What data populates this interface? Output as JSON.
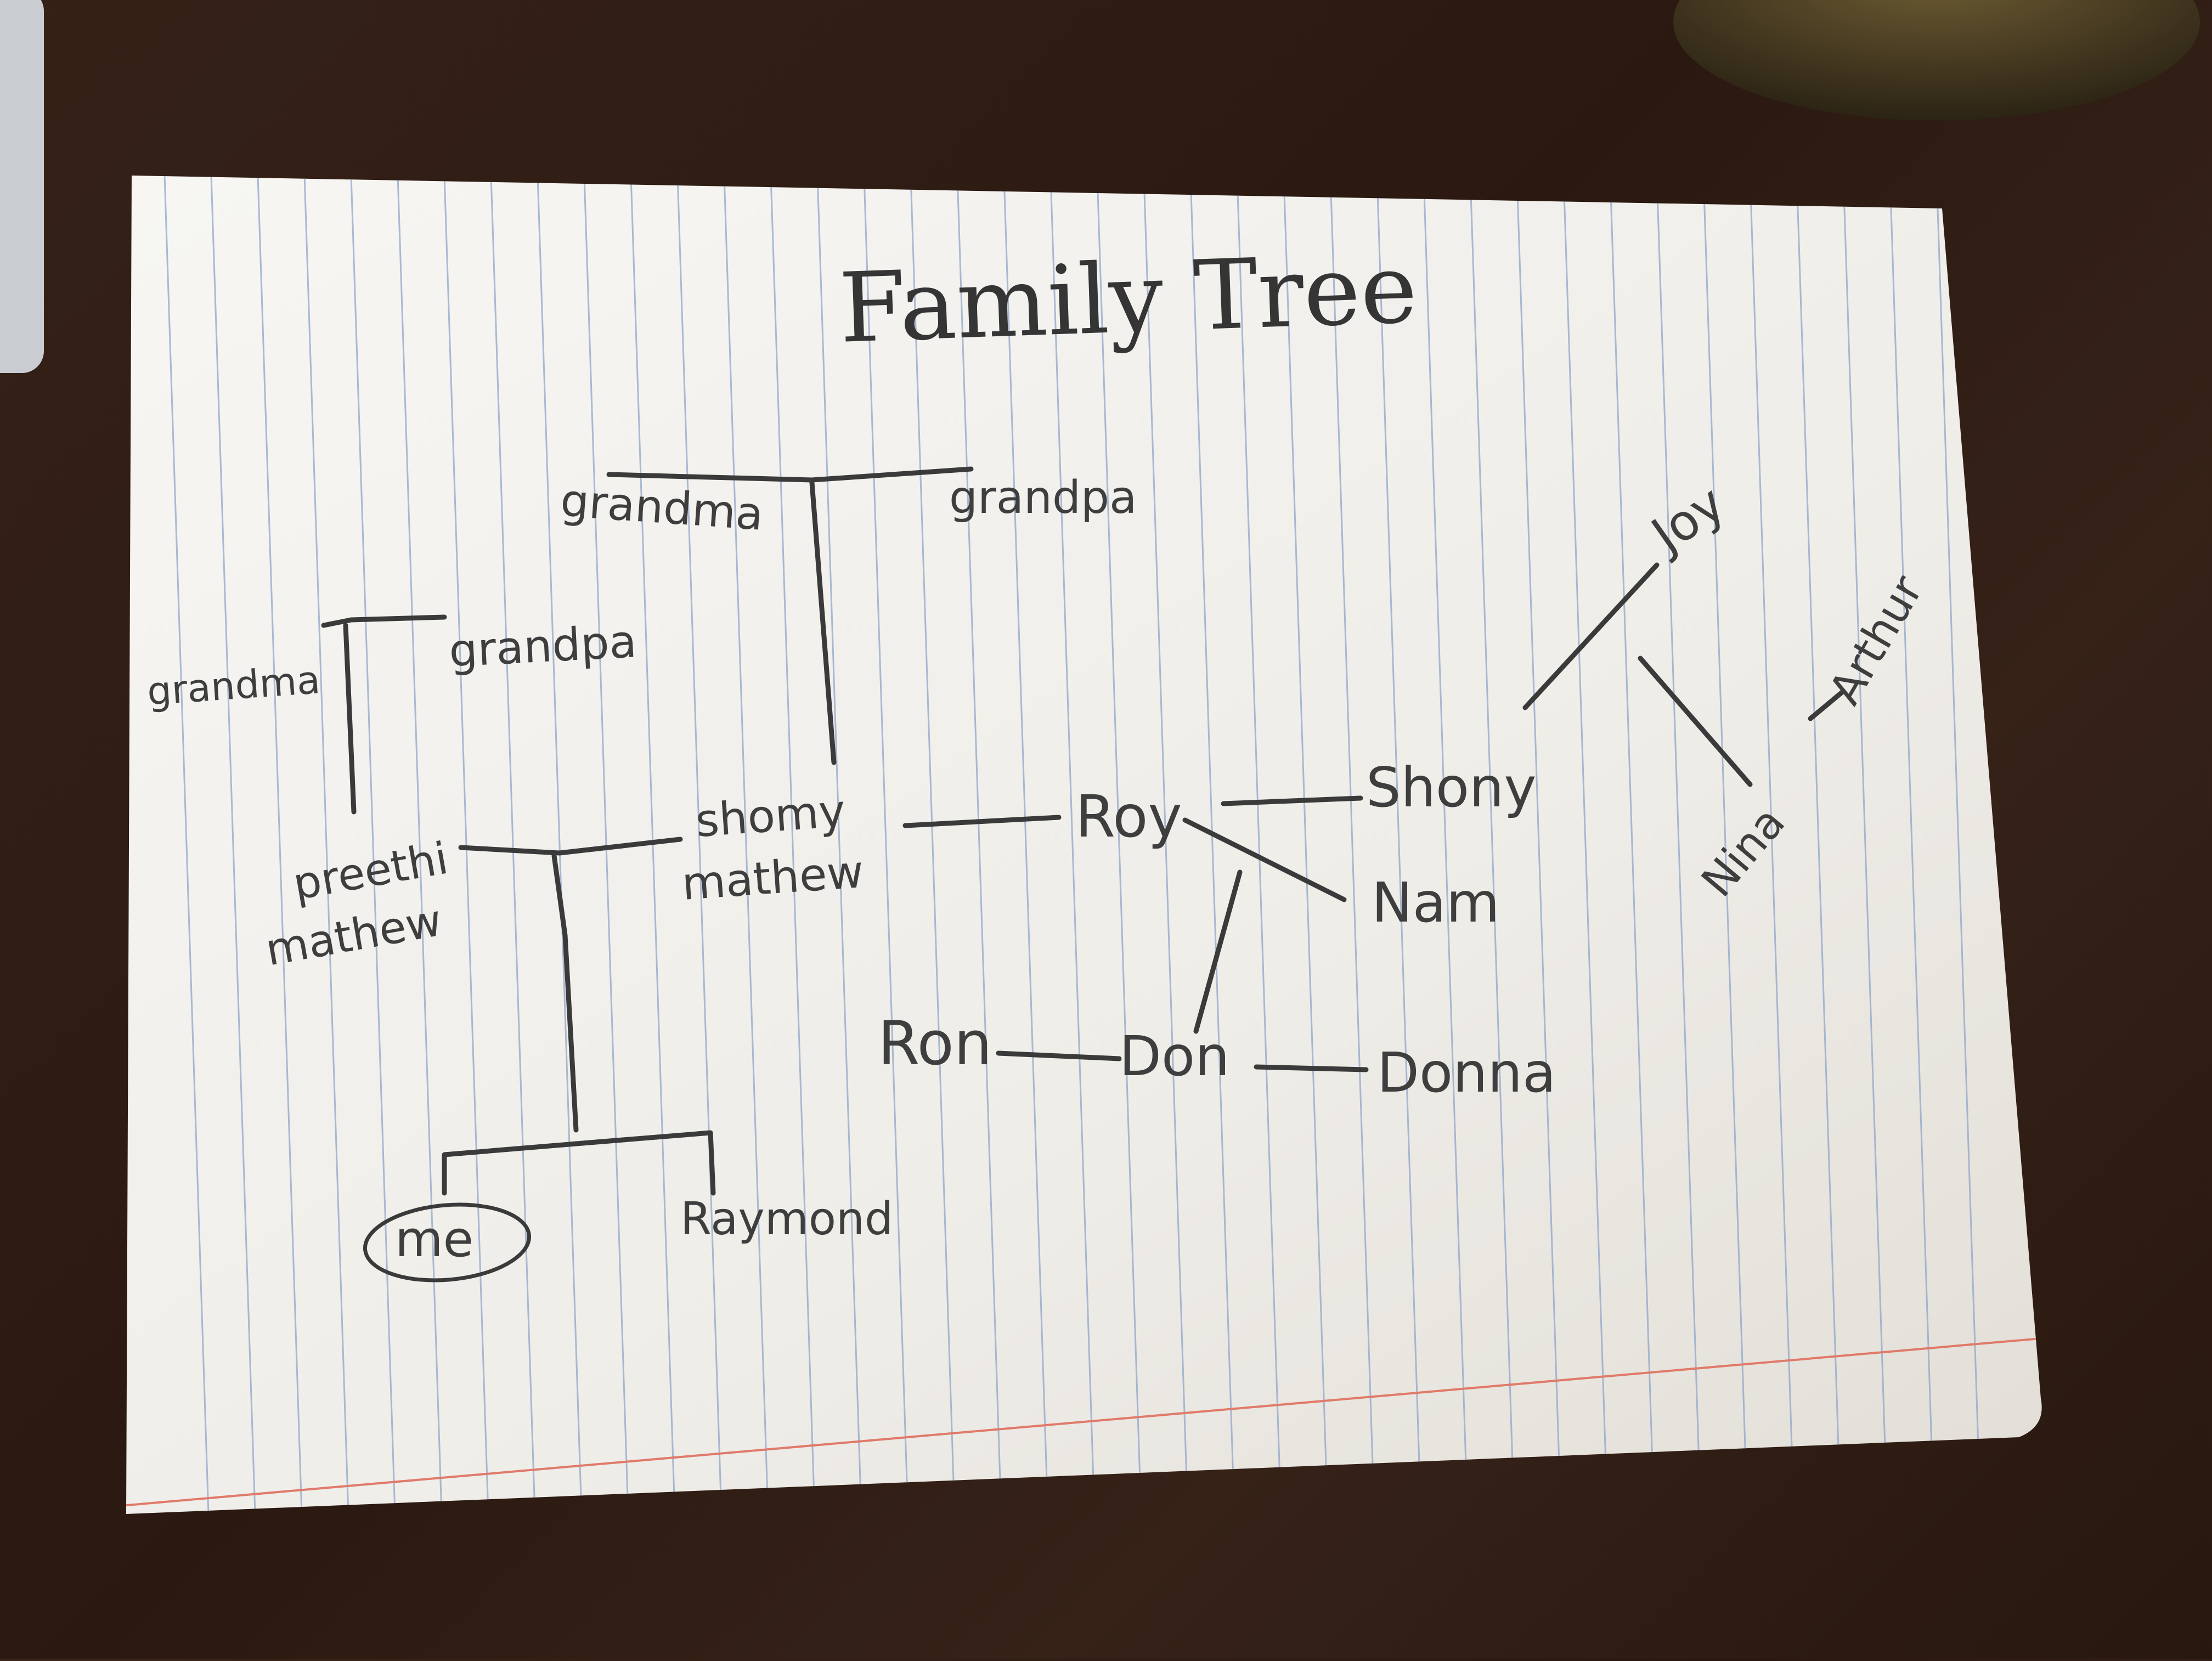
{
  "title": "Family Tree",
  "people": {
    "grandma_left": "grandma",
    "grandpa_left": "grandpa",
    "grandma_top": "grandma",
    "grandpa_top": "grandpa",
    "preethi_line1": "preethi",
    "preethi_line2": "mathew",
    "shomy_line1": "shomy",
    "shomy_line2": "mathew",
    "roy": "Roy",
    "shony": "Shony",
    "nam": "Nam",
    "ron": "Ron",
    "don": "Don",
    "donna": "Donna",
    "me": "me",
    "raymond": "Raymond",
    "joy": "Joy",
    "nina": "Nina",
    "arthur": "Arthur"
  },
  "colors": {
    "paper": "#f4f2ee",
    "rule_line": "#8fa6c9",
    "margin_line": "#e07a6a",
    "pencil": "#3a3a3a",
    "table": "#2e1c12"
  }
}
